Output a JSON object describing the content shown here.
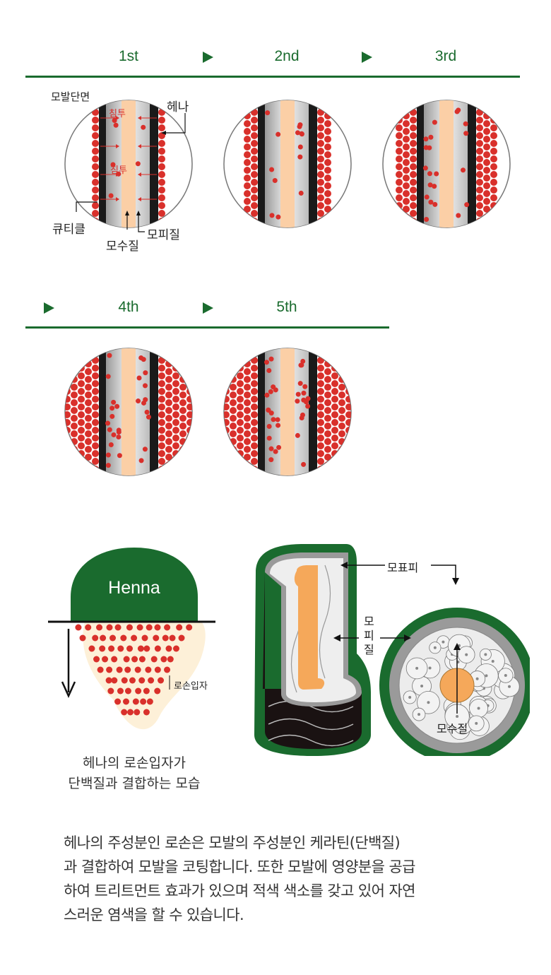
{
  "colors": {
    "green": "#1a6b2e",
    "red": "#d9302b",
    "core": "#fbcfa6",
    "medulla": "#f5a85a"
  },
  "steps_row1": [
    "1st",
    "2nd",
    "3rd"
  ],
  "steps_row2": [
    "4th",
    "5th"
  ],
  "cross_section": {
    "title": "모발단면",
    "henna": "헤나",
    "penetration": "침투",
    "cuticle": "큐티클",
    "medulla": "모수질",
    "cortex": "모피질"
  },
  "henna_diagram": {
    "dome_label": "Henna",
    "particle_label": "로손입자",
    "caption_lines": [
      "헤나의 로손입자가",
      "단백질과 결합하는 모습"
    ]
  },
  "hair_structure": {
    "cuticle": "모표피",
    "cortex": "모피질",
    "medulla": "모수질"
  },
  "description": {
    "lines": [
      "헤나의 주성분인 로손은 모발의 주성분인 케라틴(단백질)",
      "과 결합하여 모발을 코팅합니다. 또한 모발에 영양분을 공급",
      "하여 트리트먼트 효과가 있으며 적색 색소를 갖고 있어 자연",
      "스러운 염색을 할 수 있습니다."
    ]
  }
}
